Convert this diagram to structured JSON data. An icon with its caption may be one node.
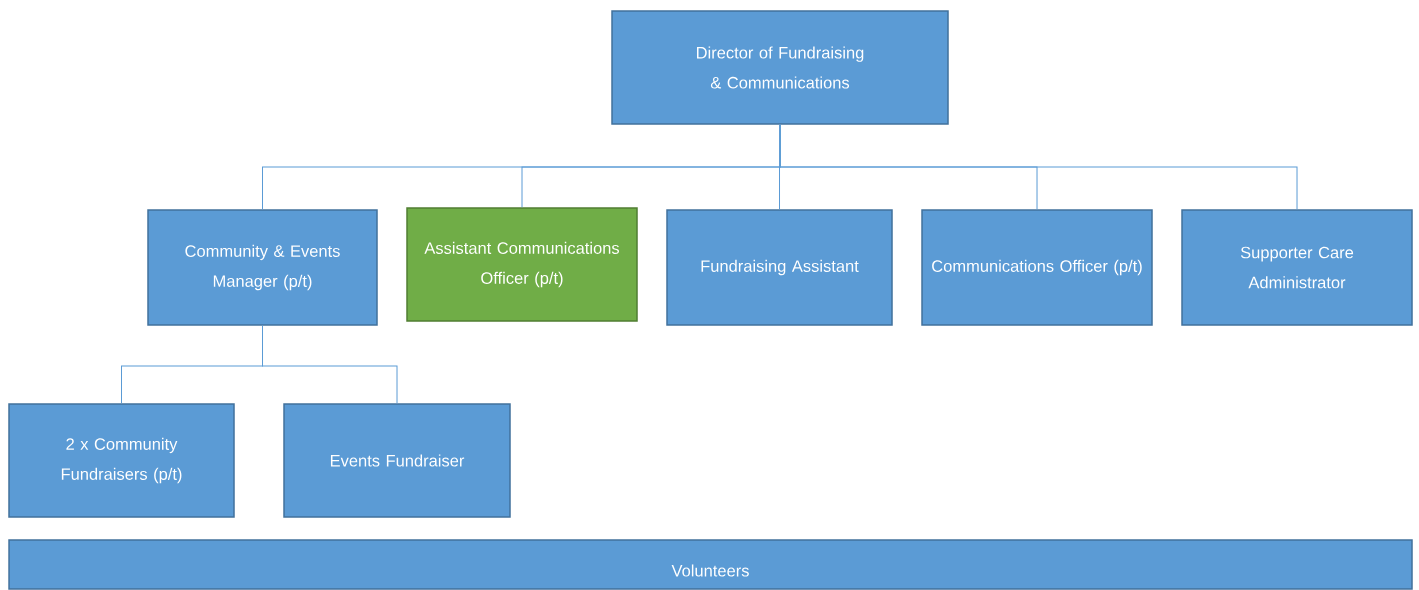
{
  "diagram": {
    "nodes": [
      {
        "text": [
          "Director of Fundraising & Communications"
        ]
      },
      {
        "text": [
          "Community & Events Manager (p/t)"
        ]
      },
      {
        "text": [
          "Assistant Communications Officer (p/t)"
        ]
      },
      {
        "text": [
          "Fundraising Assistant"
        ]
      },
      {
        "text": [
          "Communications Officer (p/t)"
        ]
      },
      {
        "text": [
          "Supporter Care Administrator"
        ]
      },
      {
        "text": [
          "2 x Community Fundraisers (p/t)"
        ]
      },
      {
        "text": [
          "Events Fundraiser"
        ]
      },
      {
        "text": [
          "Volunteers"
        ]
      }
    ],
    "edges": [
      {
        "from": 0,
        "to": 1,
        "arrow": "none"
      },
      {
        "from": 0,
        "to": 2,
        "arrow": "none"
      },
      {
        "from": 0,
        "to": 3,
        "arrow": "none"
      },
      {
        "from": 0,
        "to": 4,
        "arrow": "none"
      },
      {
        "from": 0,
        "to": 5,
        "arrow": "none"
      },
      {
        "from": 1,
        "to": 6,
        "arrow": "none"
      },
      {
        "from": 1,
        "to": 7,
        "arrow": "none"
      }
    ]
  }
}
